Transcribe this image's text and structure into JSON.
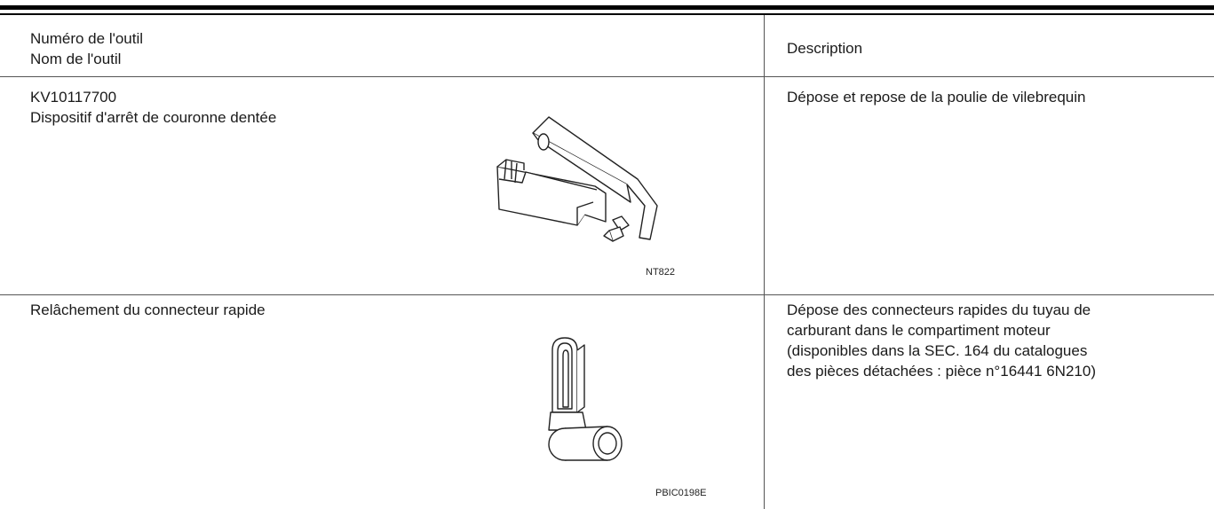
{
  "header": {
    "col1_line1": "Numéro de l'outil",
    "col1_line2": "Nom de l'outil",
    "col2": "Description"
  },
  "rows": [
    {
      "tool_number": "KV10117700",
      "tool_name": "Dispositif d'arrêt de couronne dentée",
      "description": "Dépose et repose de la poulie de vilebrequin",
      "figure_code": "NT822",
      "figure_icon": "ring-gear-stopper-tool-icon"
    },
    {
      "tool_name": "Relâchement du connecteur rapide",
      "description_lines": [
        "Dépose des connecteurs rapides du tuyau de",
        "carburant dans le compartiment moteur",
        "(disponibles dans la SEC. 164 du catalogues",
        "des pièces détachées : pièce n°16441 6N210)"
      ],
      "figure_code": "PBIC0198E",
      "figure_icon": "quick-connector-release-tool-icon"
    }
  ]
}
